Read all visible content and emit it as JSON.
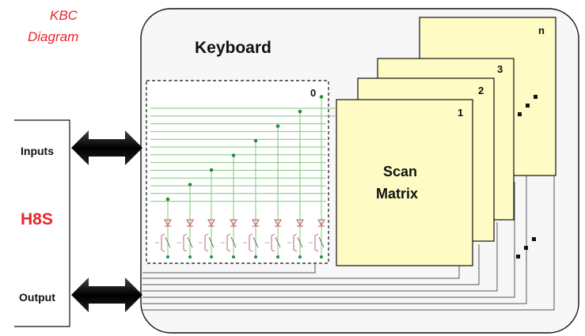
{
  "title": {
    "line1": "KBC",
    "line2": "Diagram"
  },
  "keyboard_label": "Keyboard",
  "host": {
    "name": "H8S",
    "inputs_label": "Inputs",
    "output_label": "Output"
  },
  "pages": {
    "front_label": "Scan",
    "front_label2": "Matrix",
    "numbers": [
      "1",
      "2",
      "3",
      "n"
    ],
    "matrix_index": "0",
    "fill_color": "#fefbc4"
  },
  "colors": {
    "accent": "#e8252b",
    "grid_line": "#7fc97a",
    "diode": "#c0504d"
  }
}
